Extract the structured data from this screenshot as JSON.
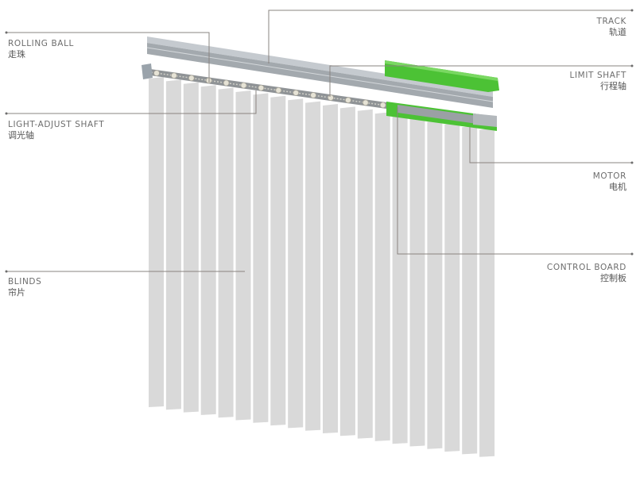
{
  "diagram": {
    "colors": {
      "slat": "#d9d9d9",
      "track": "#a7adb3",
      "green": "#4cc235",
      "leader": "#8a8480",
      "text": "#6d6d6d"
    },
    "labels": {
      "track": {
        "en": "TRACK",
        "zh": "轨道"
      },
      "rolling_ball": {
        "en": "ROLLING BALL",
        "zh": "走珠"
      },
      "limit_shaft": {
        "en": "LIMIT SHAFT",
        "zh": "行程轴"
      },
      "light_adjust_shaft": {
        "en": "LIGHT-ADJUST SHAFT",
        "zh": "调光轴"
      },
      "motor": {
        "en": "MOTOR",
        "zh": "电机"
      },
      "control_board": {
        "en": "CONTROL BOARD",
        "zh": "控制板"
      },
      "blinds": {
        "en": "BLINDS",
        "zh": "帘片"
      }
    }
  }
}
